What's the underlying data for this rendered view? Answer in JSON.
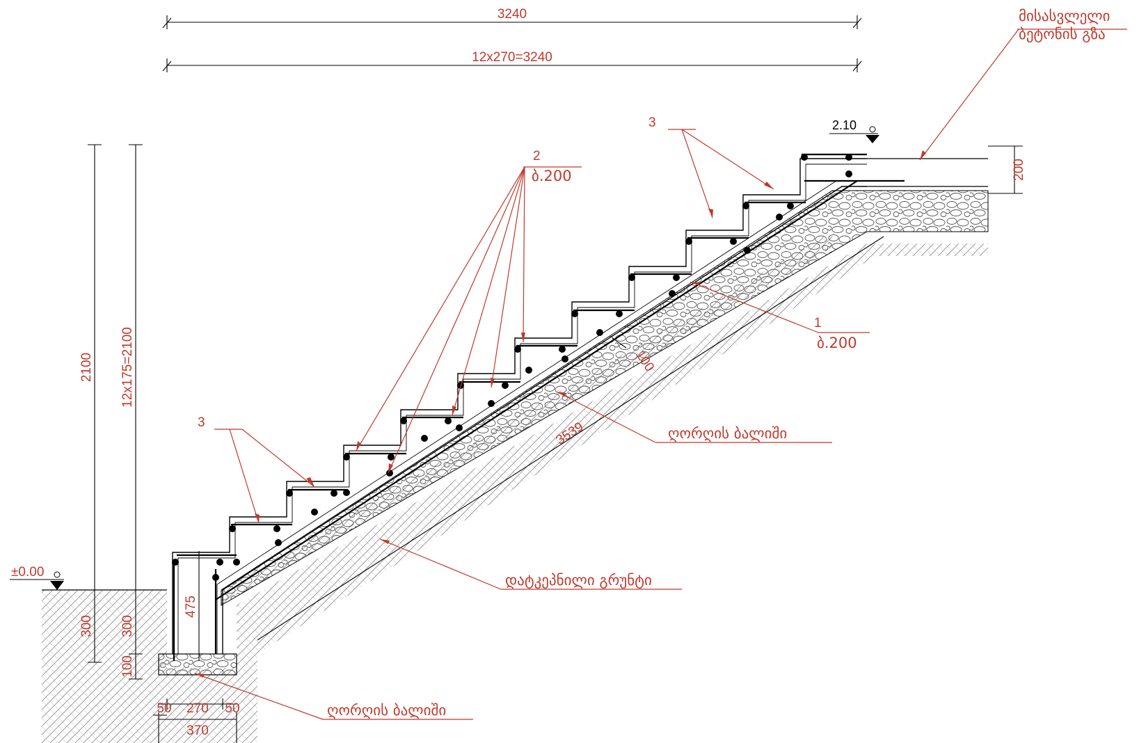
{
  "colors": {
    "annotation": "#c0392b",
    "line": "#000000",
    "hatch": "#8a8a8a"
  },
  "dimensions": {
    "top_total": "3240",
    "top_steps": "12x270=3240",
    "left_total": "2100",
    "left_steps": "12x175=2100",
    "left_300_a": "300",
    "left_300_b": "300",
    "left_100": "100",
    "footing_height": "475",
    "bottom_50_left": "50",
    "bottom_270": "270",
    "bottom_50_right": "50",
    "bottom_370": "370",
    "slab_thickness": "100",
    "slope_length": "3539",
    "landing_thickness": "200"
  },
  "levels": {
    "ground": "±0.00",
    "top": "2.10"
  },
  "labels": {
    "rebar_3_upper": "3",
    "rebar_3_lower": "3",
    "rebar_2": "2",
    "rebar_2_spacing": "ბ.200",
    "rebar_1": "1",
    "rebar_1_spacing": "ბ.200",
    "approach_slab_line1": "მისასვლელი",
    "approach_slab_line2": "ბეტონის გზა",
    "gravel_cushion_slope": "ღორღის ბალიში",
    "compacted_soil": "დატკეპნილი გრუნტი",
    "gravel_cushion_footing": "ღორღის ბალიში"
  }
}
